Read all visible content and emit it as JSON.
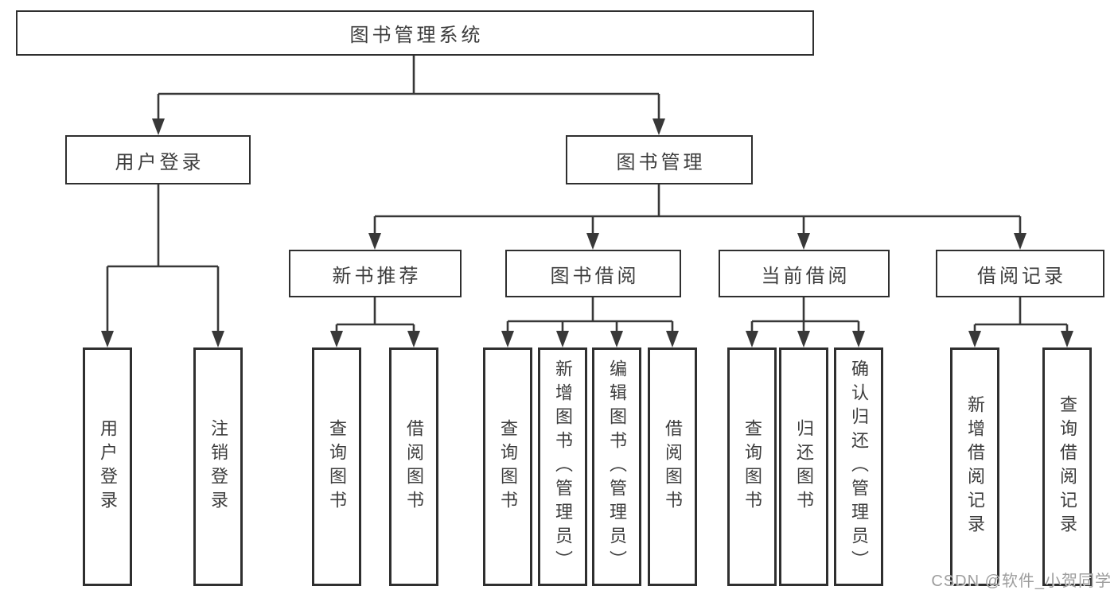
{
  "colors": {
    "background": "#ffffff",
    "box_border": "#2f2f2f",
    "connector_line": "#383838",
    "text": "#3d3d3d",
    "watermark": "#9d9d9d"
  },
  "nodes": {
    "root": "图书管理系统",
    "user_login": "用户登录",
    "book_management": "图书管理",
    "new_book_recommend": "新书推荐",
    "book_borrowing": "图书借阅",
    "current_borrowing": "当前借阅",
    "borrowing_records": "借阅记录"
  },
  "leaves": {
    "user_login": {
      "login": "用户登录",
      "logout": "注销登录"
    },
    "new_book_recommend": {
      "query_books": "查询图书",
      "borrow_books": "借阅图书"
    },
    "book_borrowing": {
      "query_books": "查询图书",
      "add_books_admin": "新增图书（管理员）",
      "edit_books_admin": "编辑图书（管理员）",
      "borrow_books": "借阅图书"
    },
    "current_borrowing": {
      "query_books": "查询图书",
      "return_books": "归还图书",
      "confirm_return_admin": "确认归还（管理员）"
    },
    "borrowing_records": {
      "add_record": "新增借阅记录",
      "query_record": "查询借阅记录"
    }
  },
  "watermark": "CSDN @软件_小贺同学"
}
